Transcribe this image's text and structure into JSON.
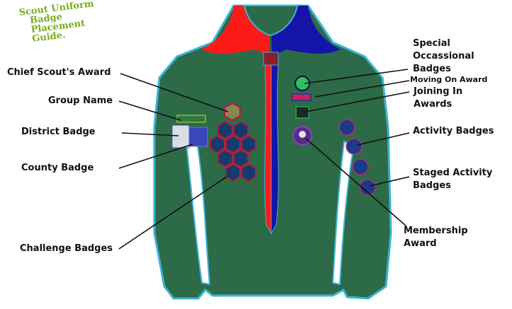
{
  "title": {
    "line1": "Scout Uniform",
    "line2": "Badge",
    "line3": "Placement",
    "line4": "Guide."
  },
  "labels": {
    "chief_scout": "Chief Scout's Award",
    "group_name": "Group Name",
    "district": "District Badge",
    "county": "County Badge",
    "challenge": "Challenge Badges",
    "special_1": "Special",
    "special_2": "Occassional",
    "special_3": "Badges",
    "moving_on": "Moving On Award",
    "joining_1": "Joining In",
    "joining_2": "Awards",
    "activity": "Activity Badges",
    "staged_1": "Staged Activity",
    "staged_2": "Badges",
    "membership_1": "Membership",
    "membership_2": "Award"
  },
  "colors": {
    "shirt": "#2d6a47",
    "outline": "#3ab4d4",
    "collar_left": "#ff1a1a",
    "collar_right": "#1414a8",
    "title": "#7aad1e"
  }
}
